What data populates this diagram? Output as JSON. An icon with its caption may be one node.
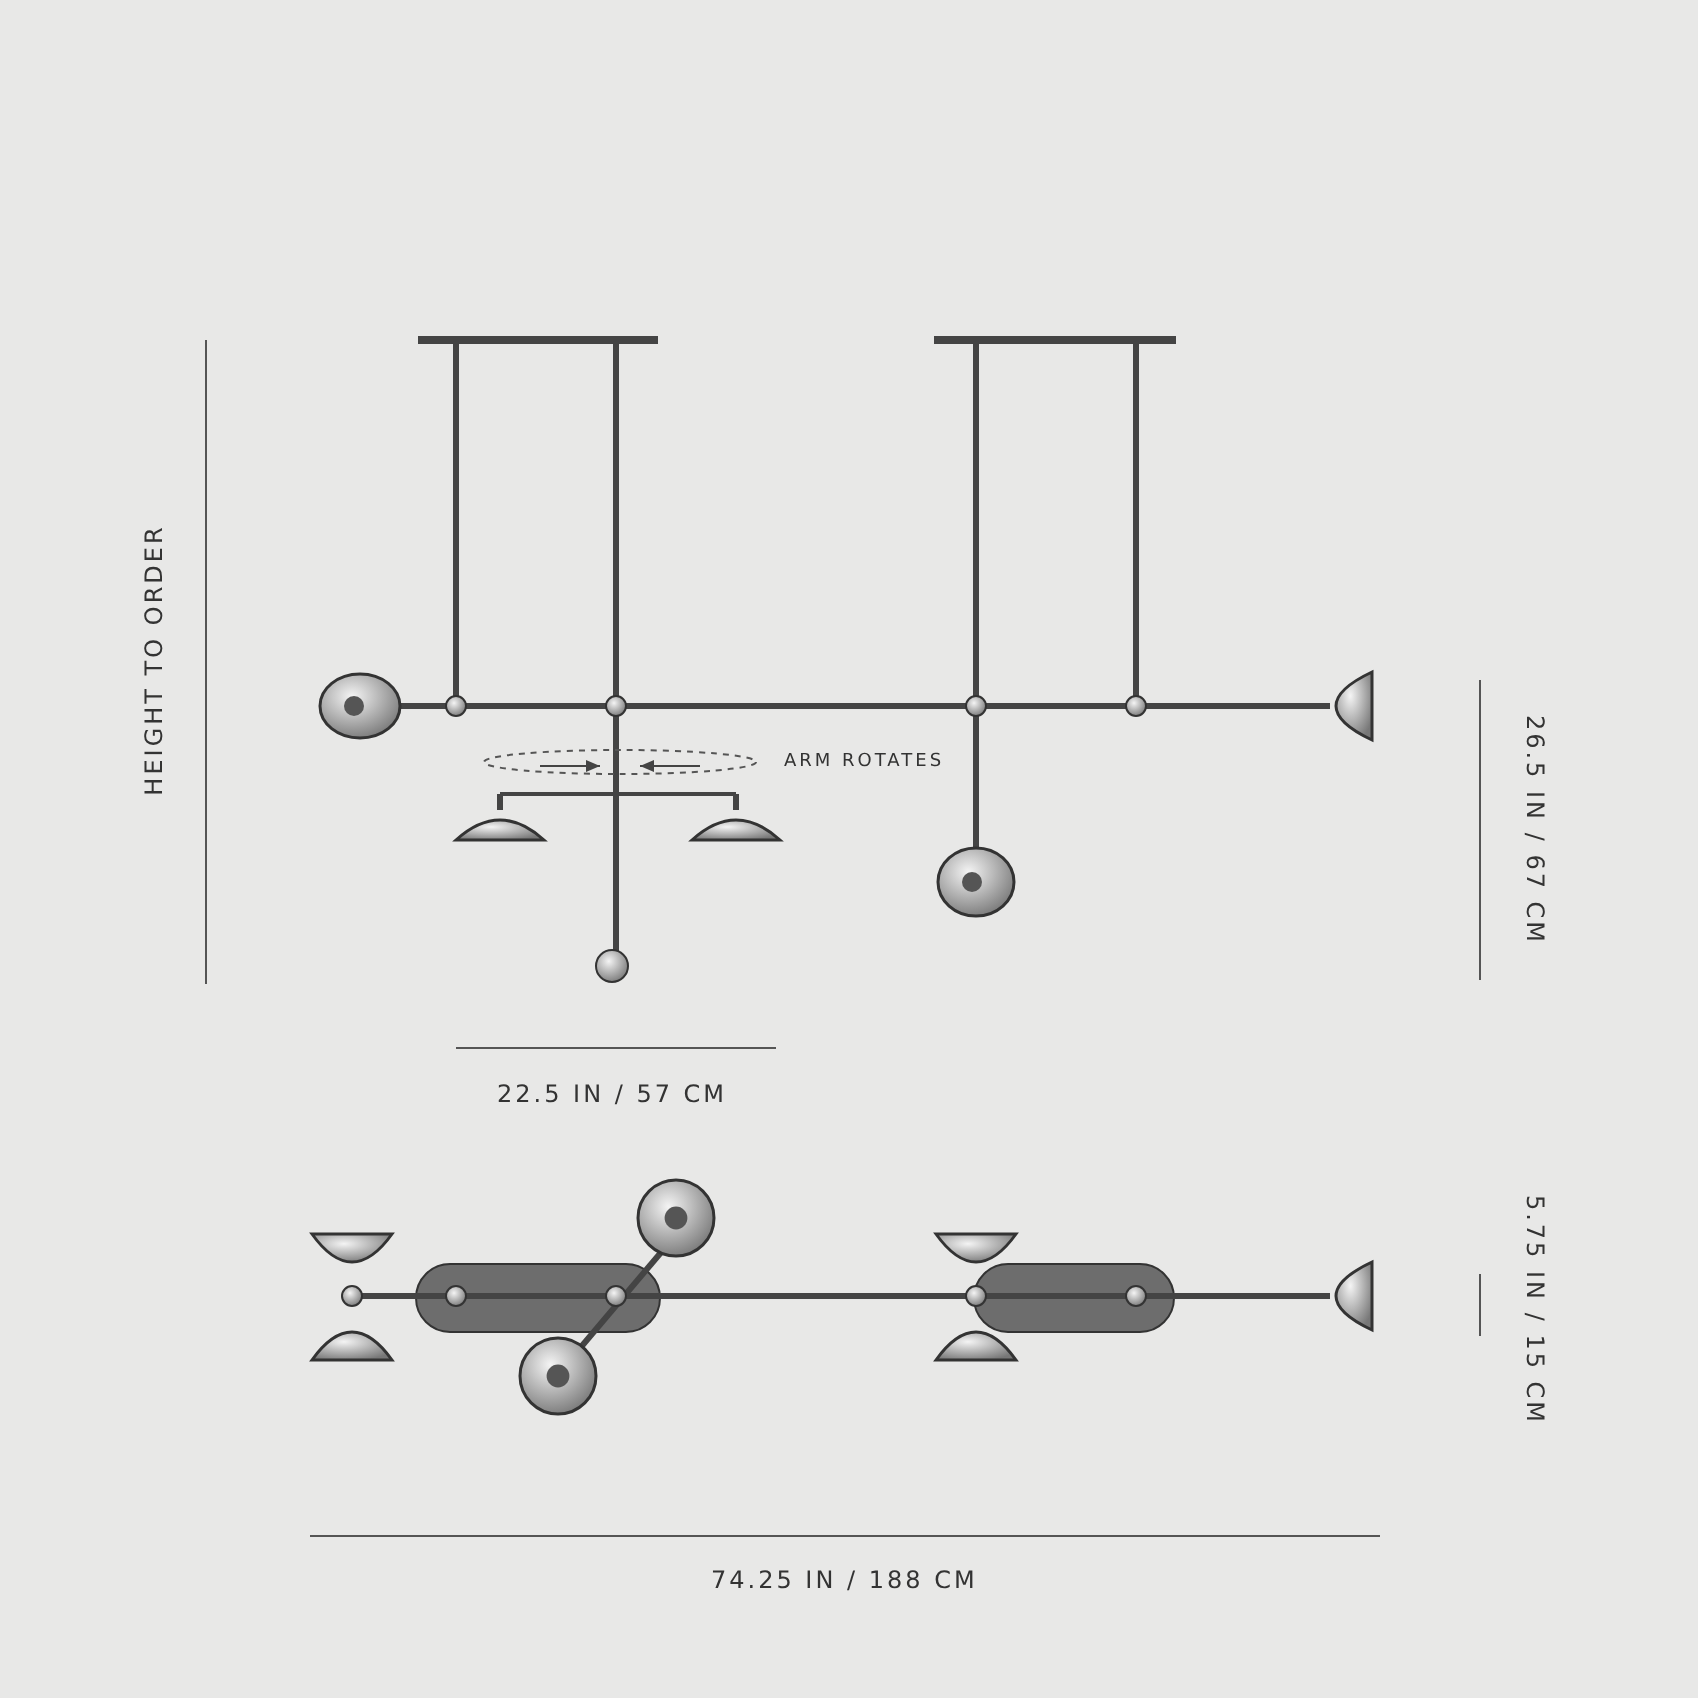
{
  "diagram": {
    "labels": [
      "HEIGHT TO ORDER",
      "ARM ROTATES",
      "26.5 IN / 67 CM",
      "22.5 IN / 57 CM",
      "5.75 IN / 15 CM",
      "74.25 IN / 188 CM"
    ]
  }
}
